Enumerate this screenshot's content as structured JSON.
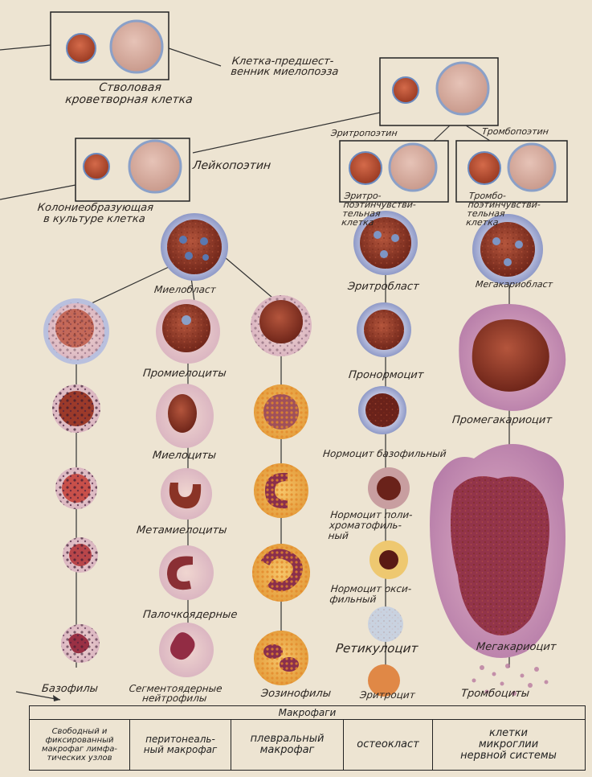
{
  "top": {
    "stem_cell": "Стволовая\nкроветворная клетка",
    "myelo_precursor": "Клетка-предшест-\nвенник миелопоэза",
    "leukopoietin": "Лейкопоэтин",
    "colony_forming": "Колониеобразующая\nв культуре клетка",
    "erythropoietin": "Эритропоэтин",
    "thrombopoietin": "Тромбопоэтин",
    "erythro_sensitive": "Эритро-\nпоэтинчувстви-\nтельная\nклетка",
    "thrombo_sensitive": "Тромбо-\nпоэтинчувстви-\nтельная\nклетка"
  },
  "granulocyte_line": {
    "myeloblast": "Миелобласт",
    "promyelocytes": "Промиелоциты",
    "myelocytes": "Миелоциты",
    "metamyelocytes": "Метамиелоциты",
    "band": "Палочкоядерные",
    "basophils": "Базофилы",
    "segmented": "Сегментоядерные\nнейтрофилы",
    "eosinophils": "Эозинофилы"
  },
  "erythroid_line": {
    "erythroblast": "Эритробласт",
    "pronormocyte": "Пронормоцит",
    "normo_baso": "Нормоцит базофильный",
    "normo_poly": "Нормоцит поли-\nхроматофиль-\nный",
    "normo_oxy": "Нормоцит окси-\nфильный",
    "reticulocyte": "Ретикулоцит",
    "erythrocyte": "Эритроцит"
  },
  "megakaryocyte_line": {
    "megakaryoblast": "Мегакариобласт",
    "promegakaryocyte": "Промегакариоцит",
    "megakaryocyte": "Мегакариоцит",
    "thrombocytes": "Тромбоциты"
  },
  "macrophages": {
    "header": "Макрофаги",
    "cells": [
      "Свободный и\nфиксированный\nмакрофаг лимфа-\nтических узлов",
      "перитонеаль-\nный макрофаг",
      "плевральный\nмакрофаг",
      "остеокласт",
      "клетки\nмикроглии\nнервной системы"
    ]
  }
}
